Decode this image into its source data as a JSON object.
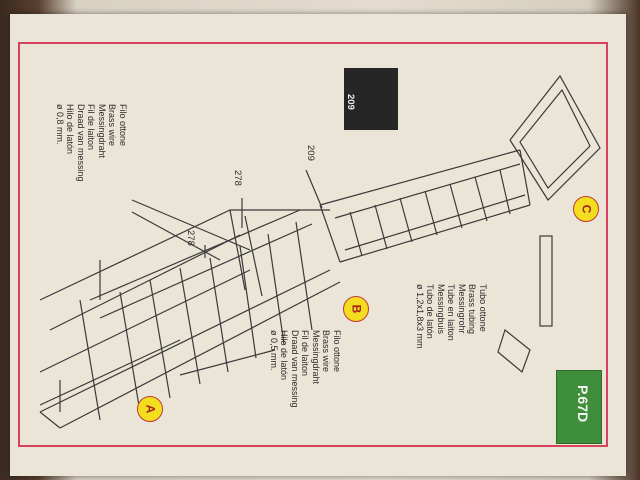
{
  "labels": {
    "wire_08": [
      "Filo ottone",
      "Brass wire",
      "Messingdraht",
      "Fil de laiton",
      "Draad van messing",
      "Hilo de latón",
      "ø 0,8 mm."
    ],
    "wire_05": [
      "Filo ottone",
      "Brass wire",
      "Messingdraht",
      "Fil de laiton",
      "Draad van messing",
      "Hilo de latón",
      "ø 0,5 mm."
    ],
    "tubing": [
      "Tubo ottone",
      "Brass tubing",
      "Messingrohr",
      "Tube en laiton",
      "Messingbuis",
      "Tubo de latón",
      "ø 1,2x1,8x3 mm"
    ]
  },
  "part_numbers": {
    "p278_upper": "278",
    "p278_lower": "278",
    "p209": "209",
    "badge": "209"
  },
  "sections": {
    "a": "A",
    "b": "B",
    "c": "C"
  },
  "page_code": "P.67D",
  "colors": {
    "frame": "#d8425a",
    "marker": "#f2dd1f",
    "page_code_bg": "#3f8f3a",
    "badge_bg": "#262626"
  }
}
